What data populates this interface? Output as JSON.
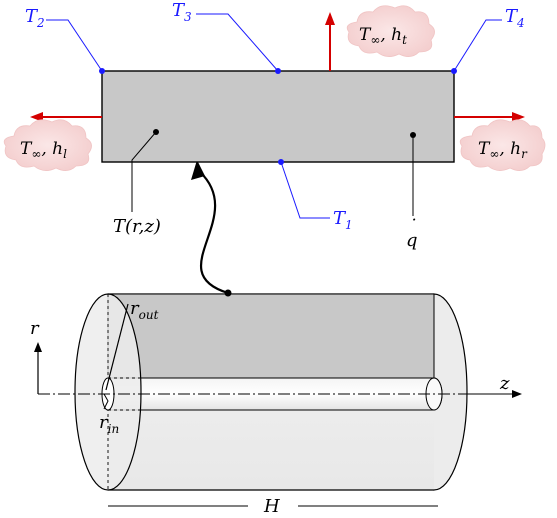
{
  "colors": {
    "rect_fill": "#c8c8c8",
    "cylinder_shade": "#d3d3d3",
    "arrow_red": "#d40000",
    "label_blue": "#1a1aff",
    "cloud_fill": "#f7d9d9"
  },
  "temperatures": {
    "T1": {
      "main": "T",
      "sub": "1"
    },
    "T2": {
      "main": "T",
      "sub": "2"
    },
    "T3": {
      "main": "T",
      "sub": "3"
    },
    "T4": {
      "main": "T",
      "sub": "4"
    }
  },
  "convection": {
    "top": {
      "t_inf": "T",
      "inf_sub": "∞",
      "h": "h",
      "h_sub": "t"
    },
    "left": {
      "t_inf": "T",
      "inf_sub": "∞",
      "h": "h",
      "h_sub": "l"
    },
    "right": {
      "t_inf": "T",
      "inf_sub": "∞",
      "h": "h",
      "h_sub": "r"
    }
  },
  "field_label": "T(r,z)",
  "heat_gen": {
    "main": "q",
    "dot": "˙"
  },
  "cylinder": {
    "r_out": {
      "main": "r",
      "sub": "out"
    },
    "r_in": {
      "main": "r",
      "sub": "in"
    },
    "axis_r": "r",
    "axis_z": "z",
    "length": "H"
  }
}
